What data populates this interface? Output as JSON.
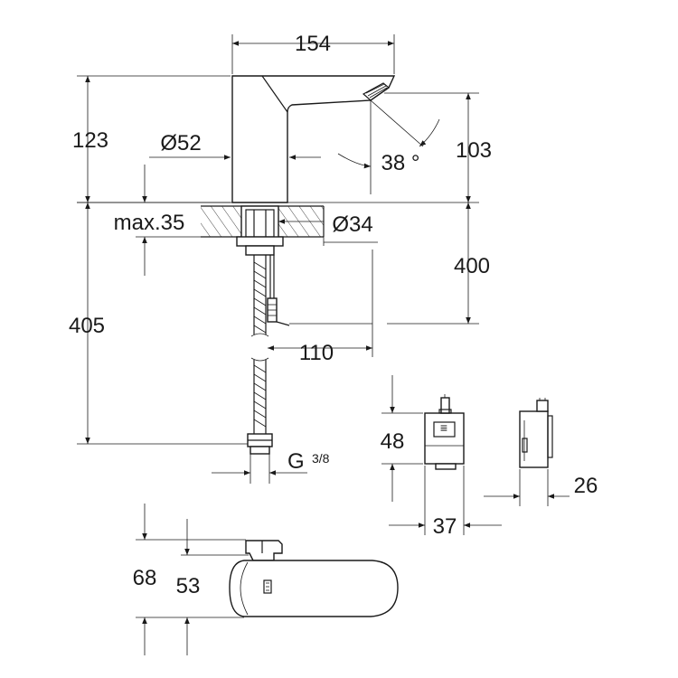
{
  "dimensions": {
    "width_total": "154",
    "height_above_deck": "123",
    "spout_diameter": "Ø52",
    "spout_angle": "38 °",
    "outlet_height": "103",
    "max_deck_thickness": "max.35",
    "hole_diameter": "Ø34",
    "below_deck_depth": "400",
    "hose_length": "405",
    "box_offset": "110",
    "connection_thread_main": "G",
    "connection_thread_fraction": "3/8",
    "module_height": "48",
    "module_width": "37",
    "module_depth": "26",
    "top_view_height_outer": "68",
    "top_view_height_inner": "53"
  }
}
